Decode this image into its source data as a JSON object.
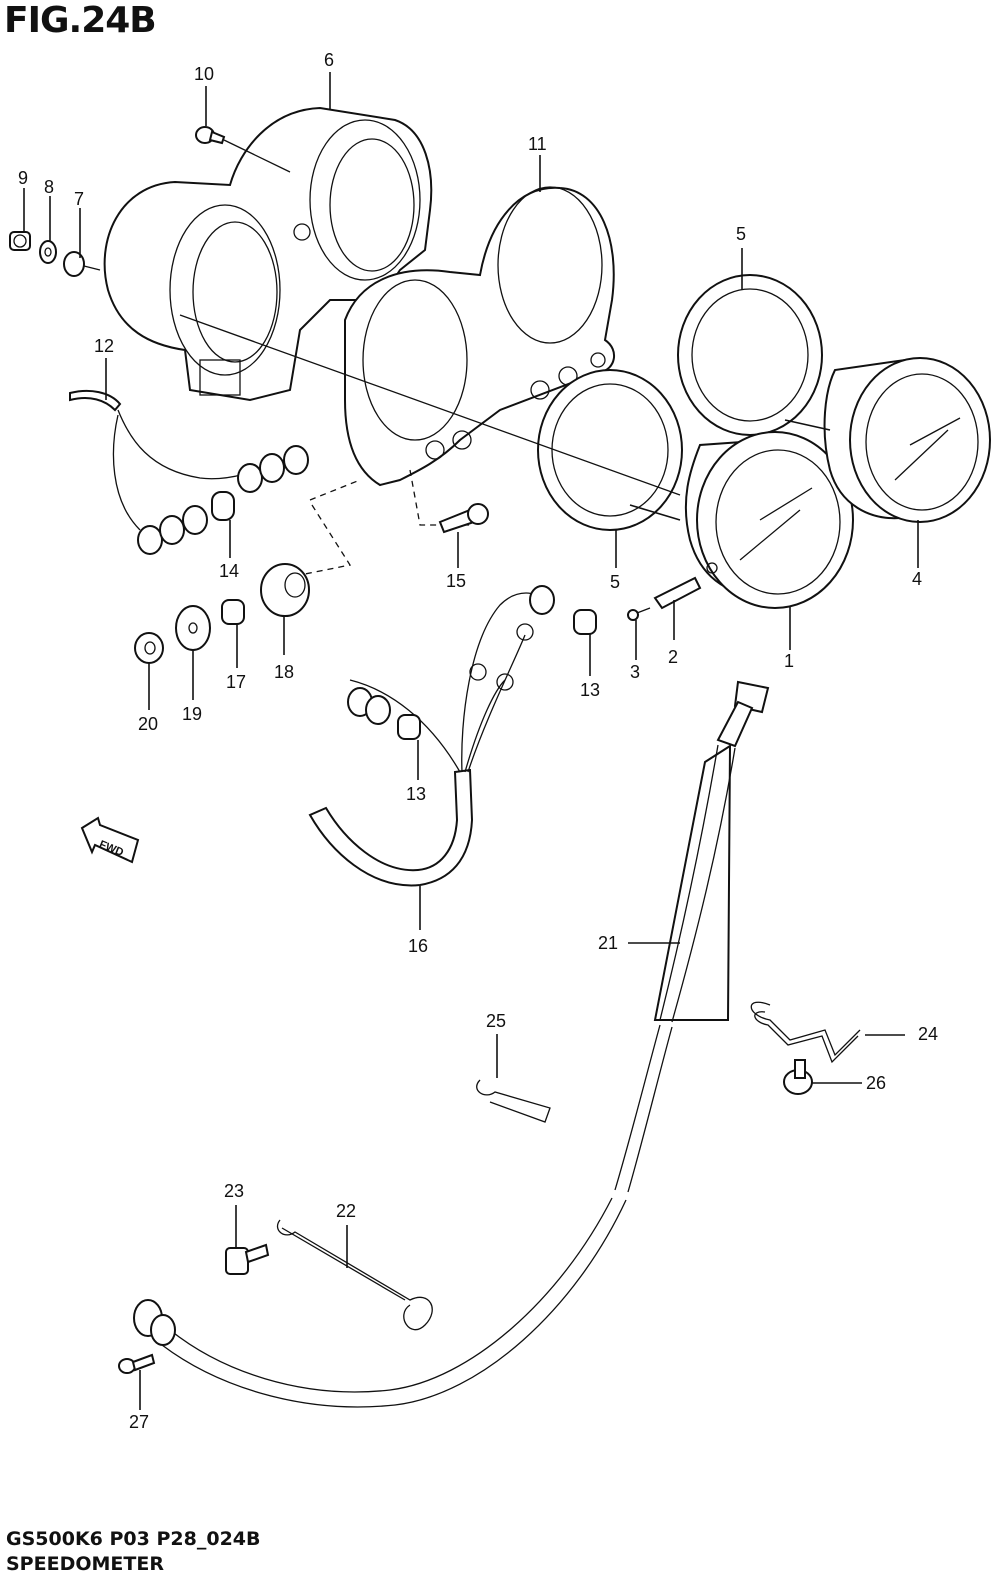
{
  "header": {
    "figure_title": "FIG.24B"
  },
  "footer": {
    "model_code": "GS500K6 P03 P28_024B",
    "section_name": "SPEEDOMETER"
  },
  "direction_badge": {
    "label": "FWD"
  },
  "callouts": [
    {
      "id": "c1",
      "text": "1"
    },
    {
      "id": "c2",
      "text": "2"
    },
    {
      "id": "c3",
      "text": "3"
    },
    {
      "id": "c4",
      "text": "4"
    },
    {
      "id": "c5a",
      "text": "5"
    },
    {
      "id": "c5b",
      "text": "5"
    },
    {
      "id": "c6",
      "text": "6"
    },
    {
      "id": "c7",
      "text": "7"
    },
    {
      "id": "c8",
      "text": "8"
    },
    {
      "id": "c9",
      "text": "9"
    },
    {
      "id": "c10",
      "text": "10"
    },
    {
      "id": "c11",
      "text": "11"
    },
    {
      "id": "c12",
      "text": "12"
    },
    {
      "id": "c13a",
      "text": "13"
    },
    {
      "id": "c13b",
      "text": "13"
    },
    {
      "id": "c14",
      "text": "14"
    },
    {
      "id": "c15",
      "text": "15"
    },
    {
      "id": "c16",
      "text": "16"
    },
    {
      "id": "c17",
      "text": "17"
    },
    {
      "id": "c18",
      "text": "18"
    },
    {
      "id": "c19",
      "text": "19"
    },
    {
      "id": "c20",
      "text": "20"
    },
    {
      "id": "c21",
      "text": "21"
    },
    {
      "id": "c22",
      "text": "22"
    },
    {
      "id": "c23",
      "text": "23"
    },
    {
      "id": "c24",
      "text": "24"
    },
    {
      "id": "c25",
      "text": "25"
    },
    {
      "id": "c26",
      "text": "26"
    },
    {
      "id": "c27",
      "text": "27"
    }
  ]
}
